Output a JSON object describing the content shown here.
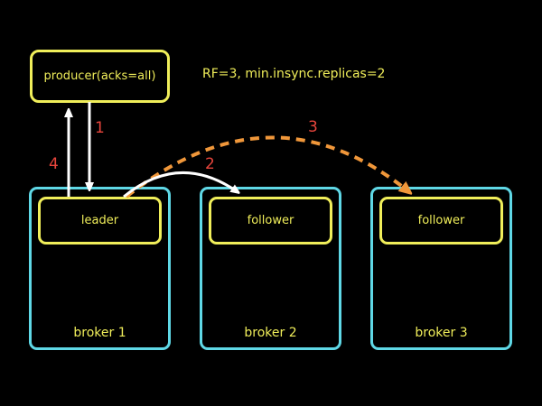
{
  "producer": {
    "label": "producer(acks=all)"
  },
  "config_note": "RF=3, min.insync.replicas=2",
  "brokers": [
    {
      "label": "broker 1",
      "replica": "leader"
    },
    {
      "label": "broker 2",
      "replica": "follower"
    },
    {
      "label": "broker 3",
      "replica": "follower"
    }
  ],
  "steps": [
    "1",
    "2",
    "3",
    "4"
  ],
  "colors": {
    "background": "#000000",
    "box_border": "#f0ee5a",
    "text": "#f0ee5a",
    "broker_border": "#5fd8e6",
    "step_label": "#e8453c",
    "arrow_white": "#ffffff",
    "arrow_orange": "#f0973a"
  }
}
